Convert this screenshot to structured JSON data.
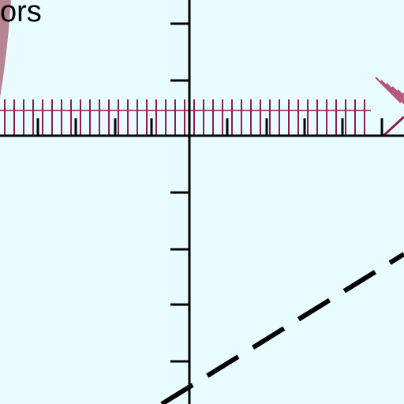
{
  "label": {
    "text": "ors"
  },
  "colors": {
    "background": "#e8fbff",
    "axis": "#000000",
    "hatch": "#8a1e4a",
    "hatch_light": "#b24a73",
    "shaded_region": "#b78592",
    "dashed_line": "#000000"
  },
  "figure": {
    "elements": [
      "coordinate-axes",
      "hatched-boundary",
      "shaded-region",
      "dashed-line"
    ]
  }
}
